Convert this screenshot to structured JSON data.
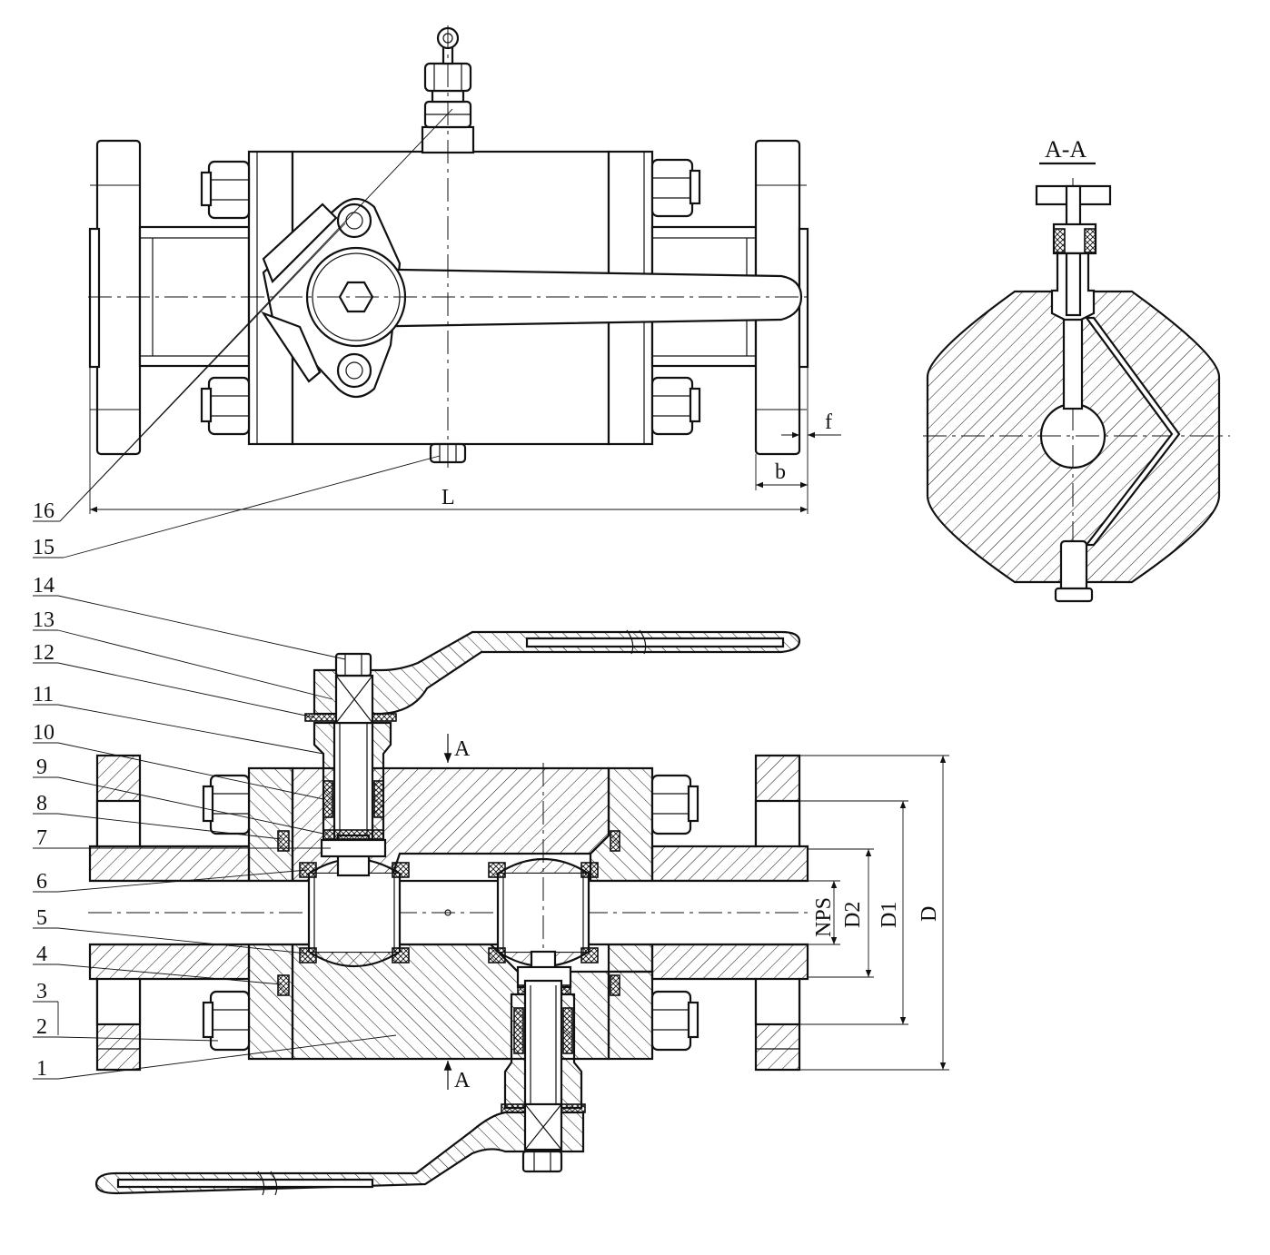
{
  "section_title": "A-A",
  "section_marks": [
    "A",
    "A"
  ],
  "dimensions": {
    "length": "L",
    "flange_thickness": "b",
    "raised_face": "f",
    "bore": "NPS",
    "raised_face_diameter": "D2",
    "bolt_circle_diameter": "D1",
    "flange_diameter": "D"
  },
  "part_numbers": [
    "1",
    "2",
    "3",
    "4",
    "5",
    "6",
    "7",
    "8",
    "9",
    "10",
    "11",
    "12",
    "13",
    "14",
    "15",
    "16"
  ]
}
